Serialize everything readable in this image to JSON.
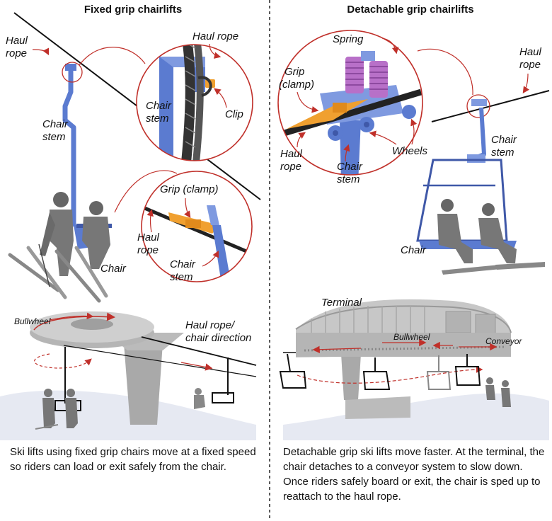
{
  "panels": {
    "fixed": {
      "title": "Fixed grip chairlifts",
      "haul_rope_1": "Haul",
      "haul_rope_2": "rope",
      "chair_stem_1": "Chair",
      "chair_stem_2": "stem",
      "chair": "Chair",
      "zoom_rope": "Haul rope",
      "zoom_stem_1": "Chair",
      "zoom_stem_2": "stem",
      "zoom_clip": "Clip",
      "grip": "Grip (clamp)",
      "grip_rope_1": "Haul",
      "grip_rope_2": "rope",
      "grip_stem_1": "Chair",
      "grip_stem_2": "stem",
      "bullwheel": "Bullwheel",
      "direction_1": "Haul rope/",
      "direction_2": "chair direction",
      "caption": "Ski lifts using fixed grip chairs move at a fixed speed so riders can load or exit safely from the chair."
    },
    "detachable": {
      "title": "Detachable grip chairlifts",
      "spring": "Spring",
      "grip_1": "Grip",
      "grip_2": "(clamp)",
      "zoom_rope_1": "Haul",
      "zoom_rope_2": "rope",
      "zoom_stem_1": "Chair",
      "zoom_stem_2": "stem",
      "wheels": "Wheels",
      "haul_rope_1": "Haul",
      "haul_rope_2": "rope",
      "chair_stem_1": "Chair",
      "chair_stem_2": "stem",
      "chair": "Chair",
      "terminal": "Terminal",
      "bullwheel": "Bullwheel",
      "conveyor": "Conveyor",
      "caption": "Detachable grip ski lifts move faster. At the terminal, the chair detaches to a conveyor system to slow down. Once riders safely board or exit, the chair is sped up to reattach to the haul rope."
    }
  },
  "colors": {
    "stem_blue": "#5b7bd0",
    "stem_dark": "#3f58a8",
    "rider_gray": "#777777",
    "callout_red": "#c0302a",
    "grip_orange": "#f0a030",
    "spring_purple": "#b870c8",
    "structure_gray": "#a9a9a9",
    "snow": "#e6e9f2"
  }
}
